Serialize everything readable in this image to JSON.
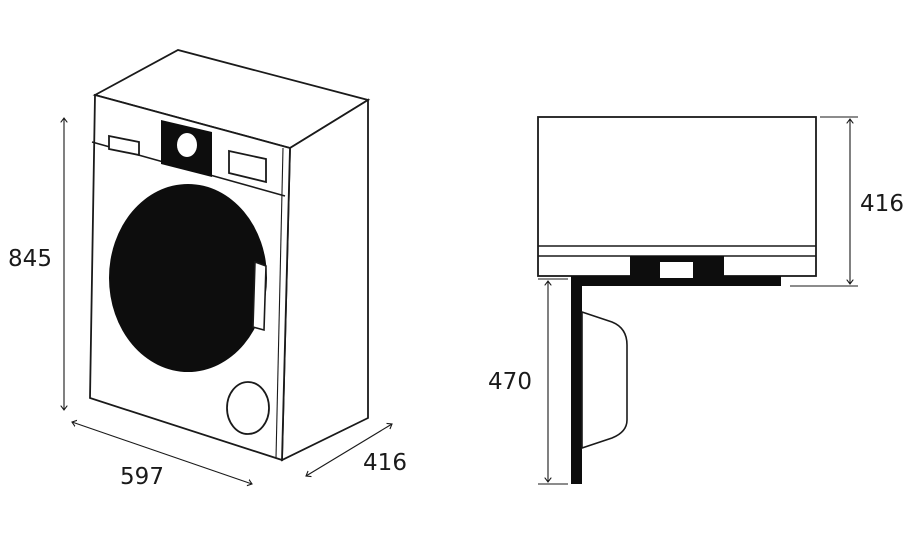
{
  "dimensions": {
    "height": "845",
    "width": "597",
    "depth": "416",
    "side_depth": "416",
    "door_clearance": "470"
  }
}
